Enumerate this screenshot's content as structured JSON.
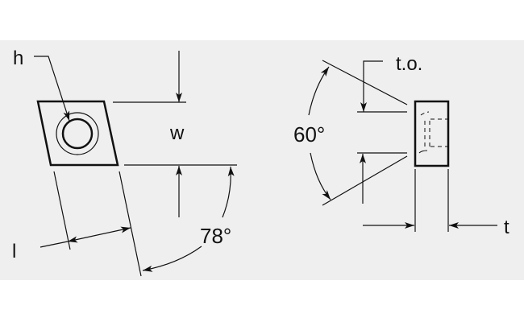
{
  "labels": {
    "h": "h",
    "w": "w",
    "l": "l",
    "angle_78": "78°",
    "to": "t.o.",
    "angle_60": "60°",
    "t": "t"
  }
}
